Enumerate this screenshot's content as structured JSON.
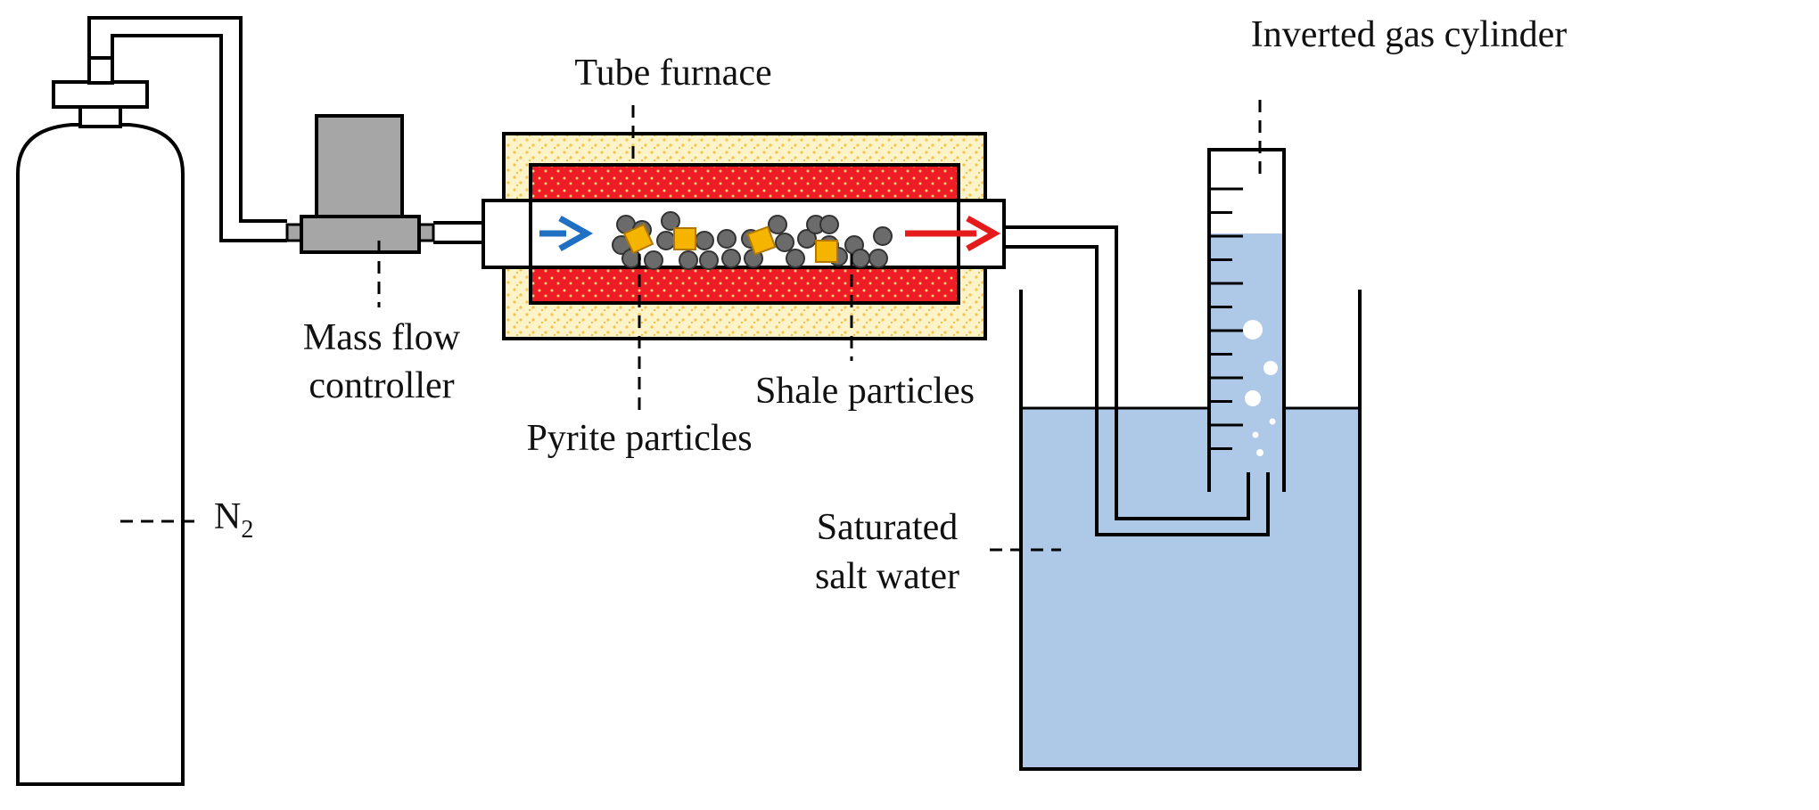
{
  "labels": {
    "gas": "N",
    "gas_sub": "2",
    "mfc_line1": "Mass flow",
    "mfc_line2": "controller",
    "furnace": "Tube furnace",
    "pyrite": "Pyrite particles",
    "shale": "Shale particles",
    "cylinder": "Inverted gas cylinder",
    "water_line1": "Saturated",
    "water_line2": "salt water"
  },
  "colors": {
    "insulation": "#fdf0bf",
    "heater": "#ee1c24",
    "water": "#aec8e8",
    "mfc_body": "#a6a6a6",
    "shale": "#6b6b6b",
    "pyrite": "#f5b400",
    "arrow_in": "#1f6fc2",
    "arrow_out": "#e51b1b",
    "outline": "#000000"
  }
}
